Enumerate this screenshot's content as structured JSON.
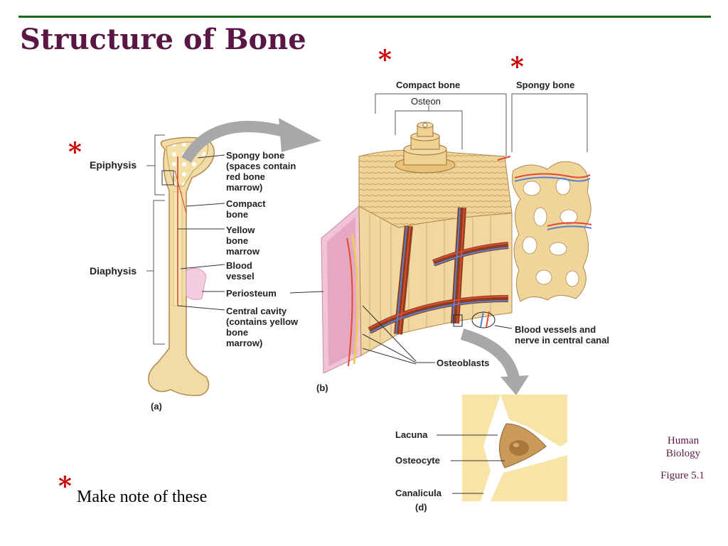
{
  "slide": {
    "title": "Structure of Bone",
    "star": "*",
    "footnote": "Make note of these",
    "credit_line1": "Human",
    "credit_line2": "Biology",
    "credit_figure": "Figure 5.1"
  },
  "diagram_a": {
    "panel_label": "(a)",
    "epiphysis": "Epiphysis",
    "diaphysis": "Diaphysis",
    "spongy_bone": "Spongy bone\n(spaces contain\nred bone\nmarrow)",
    "compact_bone": "Compact\nbone",
    "yellow_marrow": "Yellow\nbone\nmarrow",
    "blood_vessel": "Blood\nvessel",
    "periosteum": "Periosteum",
    "central_cavity": "Central cavity\n(contains yellow\nbone\nmarrow)"
  },
  "diagram_b": {
    "panel_label": "(b)",
    "compact_bone": "Compact bone",
    "osteon": "Osteon",
    "spongy_bone": "Spongy bone",
    "blood_vessels_nerve": "Blood vessels and\nnerve in central canal",
    "osteoblasts": "Osteoblasts"
  },
  "diagram_d": {
    "panel_label": "(d)",
    "lacuna": "Lacuna",
    "osteocyte": "Osteocyte",
    "canalicula": "Canalicula"
  },
  "colors": {
    "title": "#5a1745",
    "accent_star": "#cc0000",
    "rule": "#1a6b1a",
    "bone": "#f0d9a0",
    "periosteum": "#e8a8c8"
  }
}
